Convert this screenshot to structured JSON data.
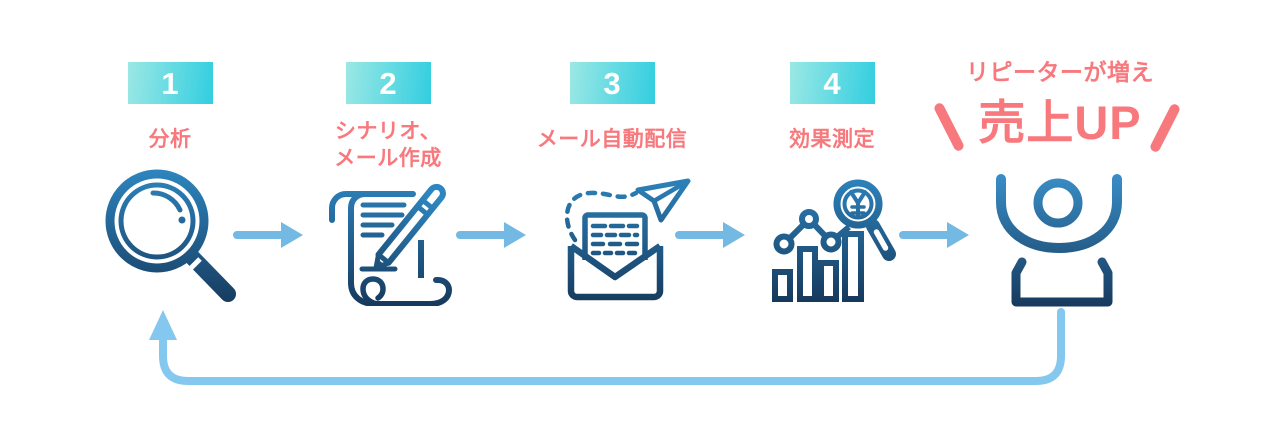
{
  "diagram": {
    "steps": [
      {
        "number": "1",
        "label_lines": [
          "分析"
        ],
        "icon": "magnifier-icon"
      },
      {
        "number": "2",
        "label_lines": [
          "シナリオ、",
          "メール作成"
        ],
        "icon": "scroll-pencil-icon"
      },
      {
        "number": "3",
        "label_lines": [
          "メール自動配信"
        ],
        "icon": "mail-delivery-icon"
      },
      {
        "number": "4",
        "label_lines": [
          "効果測定"
        ],
        "icon": "chart-measure-icon"
      }
    ],
    "result": {
      "caption": "リピーターが増え",
      "headline": "売上UP",
      "icon": "cheering-person-icon"
    },
    "colors": {
      "background": "#ffffff",
      "badge_gradient_start": "#9be8e5",
      "badge_gradient_end": "#32cee0",
      "icon_gradient_start": "#2e86c0",
      "icon_gradient_end": "#16395c",
      "flow_arrow": "#74b9e4",
      "loop_arrow": "#85c8ef",
      "accent_text": "#f8797d",
      "number_text": "#ffffff"
    }
  }
}
